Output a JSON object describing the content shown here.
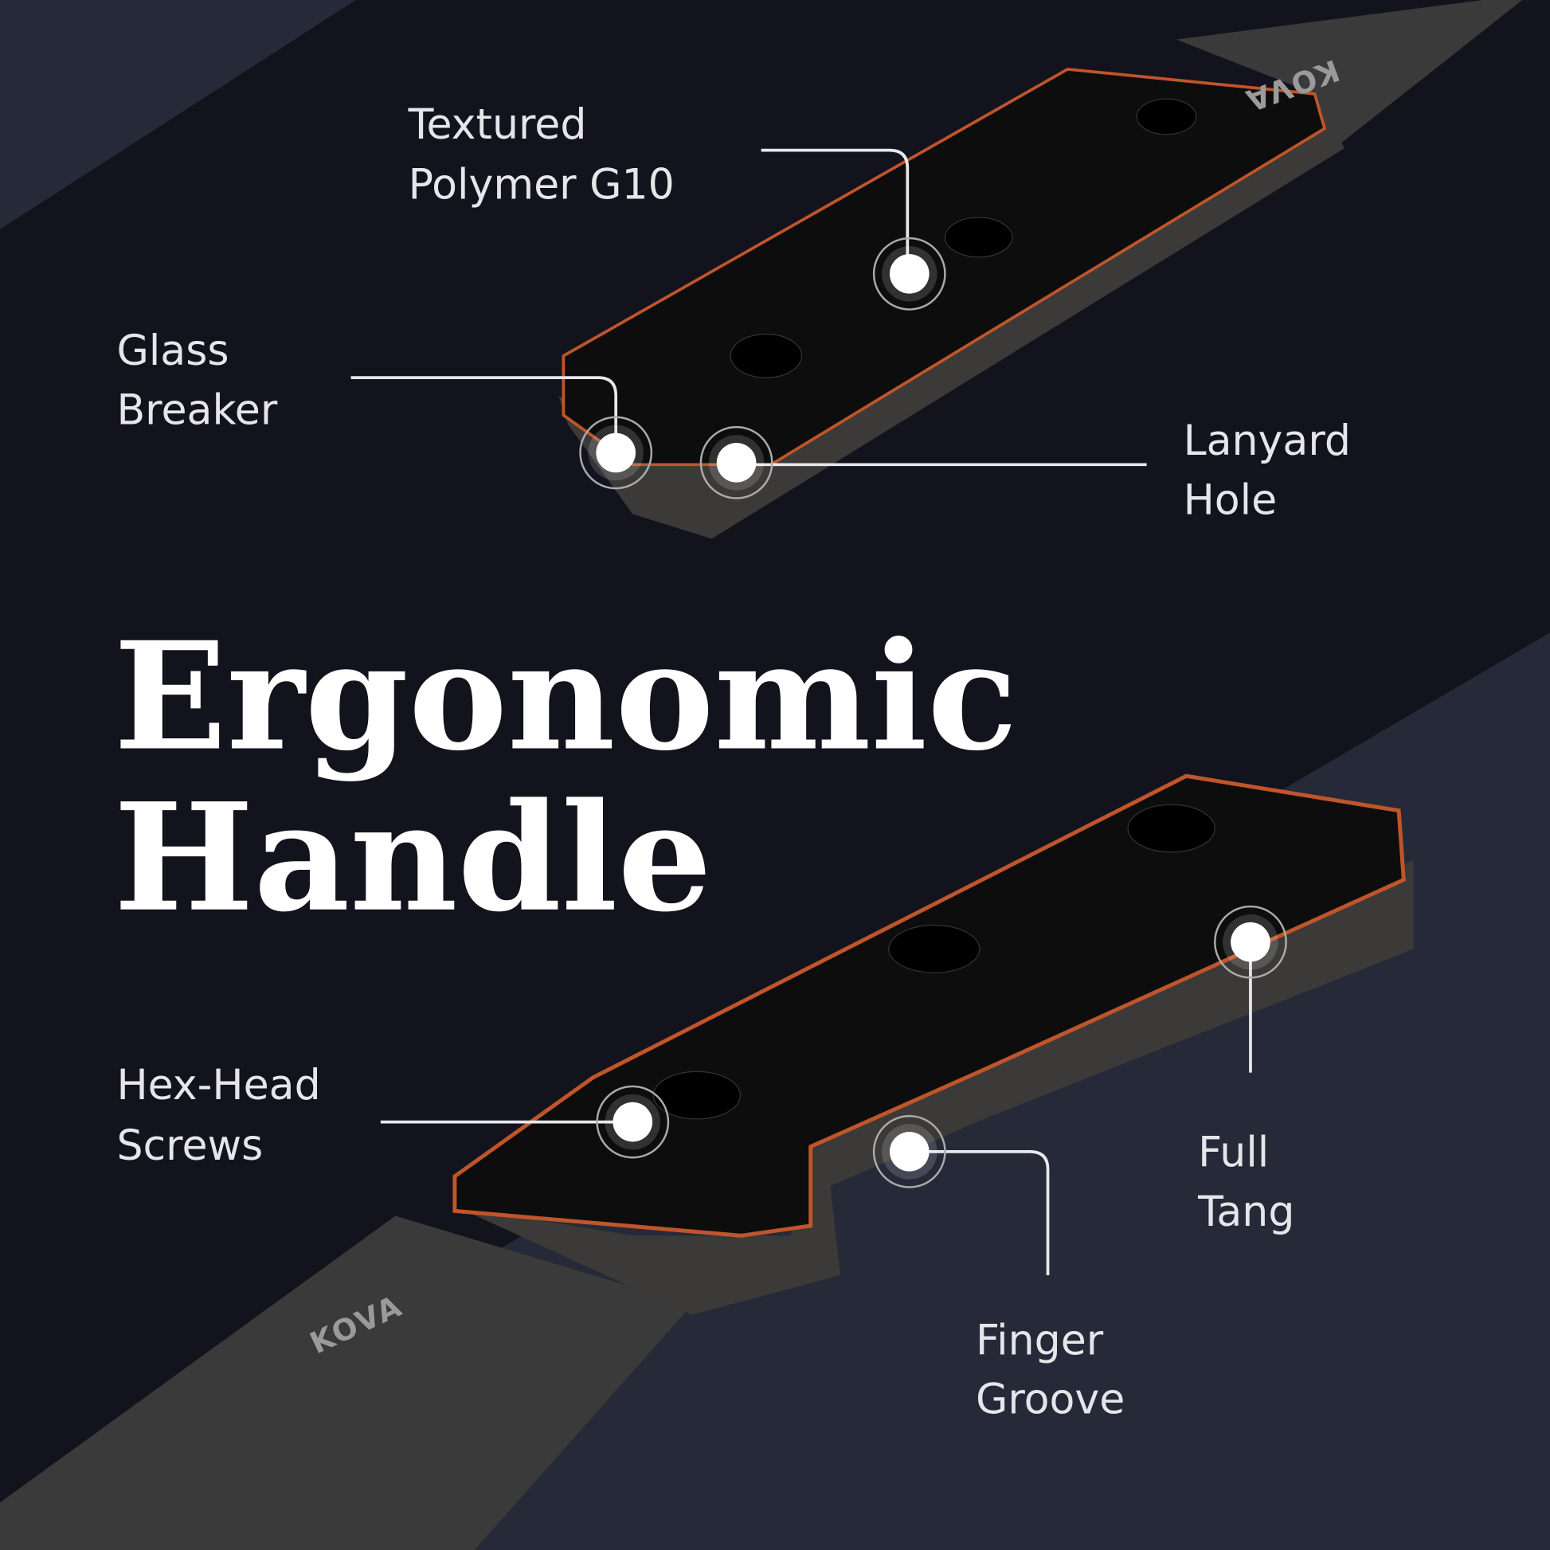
{
  "title": {
    "line1": "Ergonomic",
    "line2": "Handle"
  },
  "brand": "KOVA",
  "callouts": [
    {
      "line1": "Textured",
      "line2": "Polymer G10"
    },
    {
      "line1": "Glass",
      "line2": "Breaker"
    },
    {
      "line1": "Lanyard",
      "line2": "Hole"
    },
    {
      "line1": "Hex-Head",
      "line2": "Screws"
    },
    {
      "line1": "Full",
      "line2": "Tang"
    },
    {
      "line1": "Finger",
      "line2": "Groove"
    }
  ],
  "colors": {
    "background": "#13131d",
    "panel": "#262a38",
    "accent": "#c0552a",
    "text": "#e6e6ea"
  }
}
